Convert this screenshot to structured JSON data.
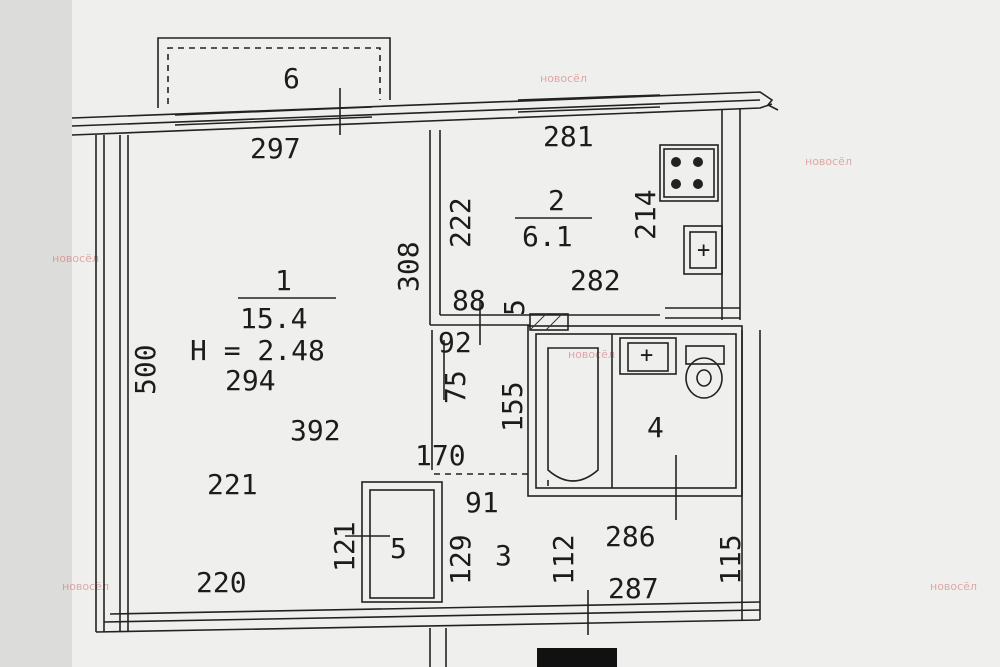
{
  "rooms": {
    "room1": {
      "number": "1",
      "area": "15.4",
      "height": "H = 2.48"
    },
    "room2": {
      "number": "2",
      "area": "6.1"
    },
    "room3": {
      "number": "3"
    },
    "room4": {
      "number": "4"
    },
    "room5": {
      "number": "5"
    },
    "room6": {
      "number": "6"
    }
  },
  "dimensions": {
    "d297": "297",
    "d281": "281",
    "d222": "222",
    "d214": "214",
    "d308": "308",
    "d282": "282",
    "d88": "88",
    "d5": "5",
    "d92": "92",
    "d500": "500",
    "d294": "294",
    "d75": "75",
    "d155": "155",
    "d392": "392",
    "d170": "170",
    "d221": "221",
    "d91": "91",
    "d121": "121",
    "d129": "129",
    "d112": "112",
    "d286": "286",
    "d115": "115",
    "d220": "220",
    "d287": "287"
  },
  "watermarks": {
    "text": "новосёл"
  }
}
